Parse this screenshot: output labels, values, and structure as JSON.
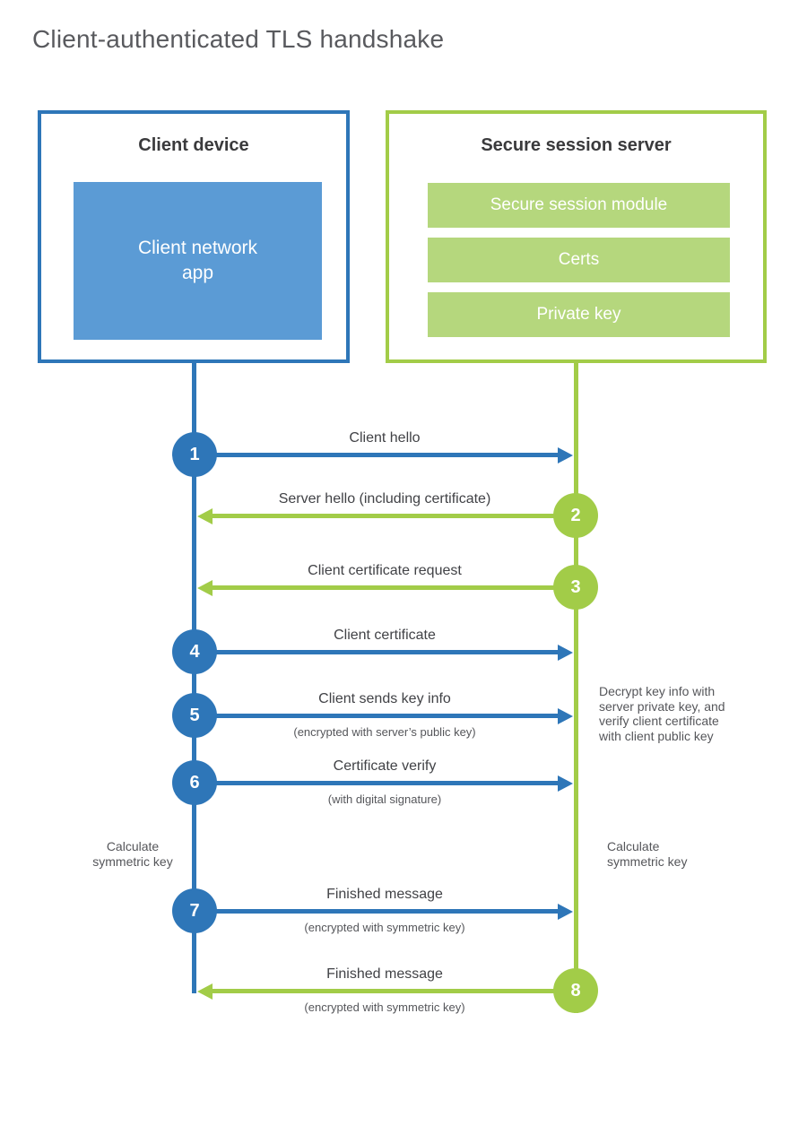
{
  "title": "Client-authenticated TLS handshake",
  "colors": {
    "blue": "#2e76b8",
    "blue-fill": "#5b9bd5",
    "green": "#a2cc48",
    "green-fill": "#b5d77d",
    "text-dark": "#3a3a3c",
    "text-label": "#414246",
    "text-muted": "#55565a",
    "title-gray": "#595a5e"
  },
  "client_box": {
    "title": "Client device",
    "app": {
      "lines": [
        "Client network",
        "app"
      ]
    }
  },
  "server_box": {
    "title": "Secure session server",
    "modules": [
      "Secure session module",
      "Certs",
      "Private key"
    ]
  },
  "steps": [
    {
      "num": "1",
      "from": "client",
      "to": "server",
      "label": "Client hello",
      "sub": ""
    },
    {
      "num": "2",
      "from": "server",
      "to": "client",
      "label": "Server hello (including certificate)",
      "sub": ""
    },
    {
      "num": "3",
      "from": "server",
      "to": "client",
      "label": "Client certificate request",
      "sub": ""
    },
    {
      "num": "4",
      "from": "client",
      "to": "server",
      "label": "Client certificate",
      "sub": ""
    },
    {
      "num": "5",
      "from": "client",
      "to": "server",
      "label": "Client sends key info",
      "sub": "(encrypted with server’s public key)"
    },
    {
      "num": "6",
      "from": "client",
      "to": "server",
      "label": "Certificate verify",
      "sub": "(with digital signature)"
    },
    {
      "num": "7",
      "from": "client",
      "to": "server",
      "label": "Finished message",
      "sub": "(encrypted with symmetric key)"
    },
    {
      "num": "8",
      "from": "server",
      "to": "client",
      "label": "Finished message",
      "sub": "(encrypted with symmetric key)"
    }
  ],
  "annotations": {
    "decrypt_note": {
      "lines": [
        "Decrypt key info with",
        "server private key, and",
        "verify client certificate",
        "with client public key"
      ]
    },
    "calc_left": {
      "lines": [
        "Calculate",
        "symmetric key"
      ]
    },
    "calc_right": {
      "lines": [
        "Calculate",
        "symmetric key"
      ]
    }
  }
}
